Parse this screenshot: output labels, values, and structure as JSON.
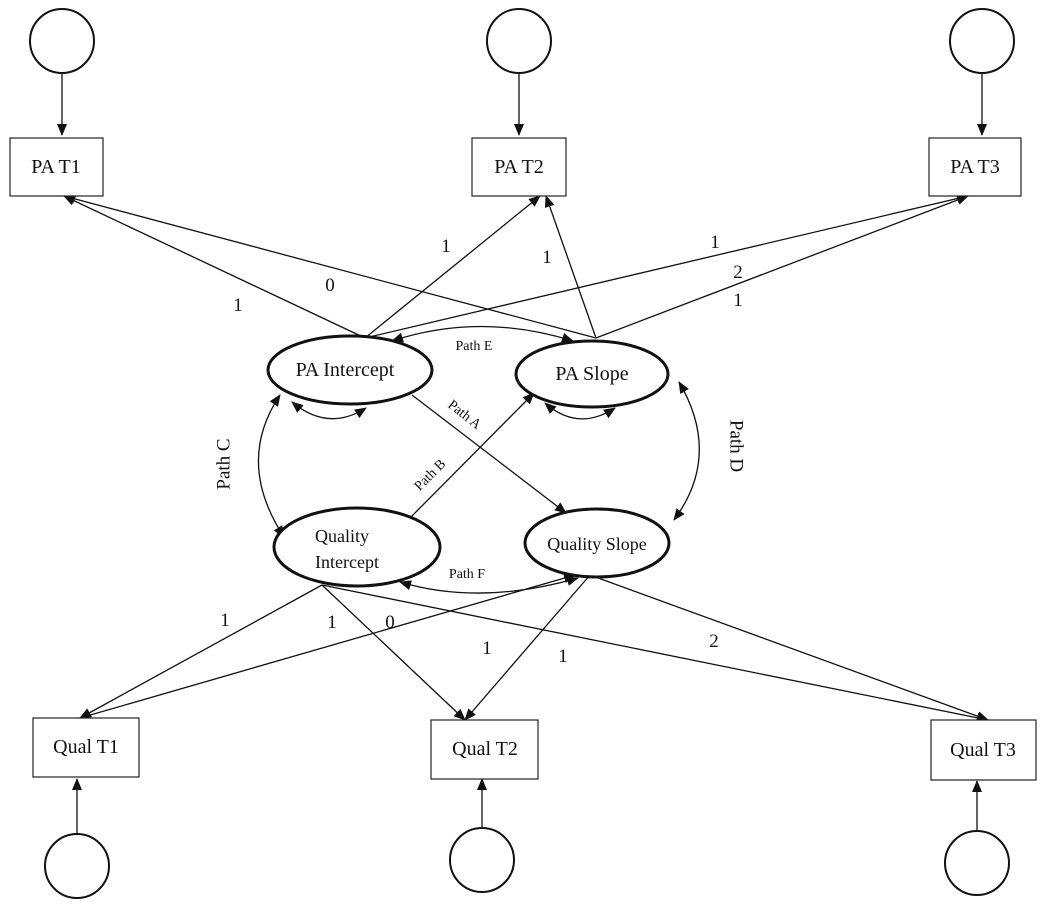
{
  "observed": {
    "pa_t1": "PA T1",
    "pa_t2": "PA T2",
    "pa_t3": "PA T3",
    "qual_t1": "Qual T1",
    "qual_t2": "Qual T2",
    "qual_t3": "Qual T3"
  },
  "latent": {
    "pa_intercept": "PA Intercept",
    "pa_slope": "PA Slope",
    "quality_intercept_line1": "Quality",
    "quality_intercept_line2": "Intercept",
    "quality_slope": "Quality Slope"
  },
  "paths": {
    "a": "Path A",
    "b": "Path B",
    "c": "Path C",
    "d": "Path D",
    "e": "Path E",
    "f": "Path F"
  },
  "loadings": {
    "pa_intercept_t1": "1",
    "pa_intercept_t2": "1",
    "pa_intercept_t3": "1",
    "pa_slope_t1": "0",
    "pa_slope_t2": "1",
    "pa_slope_t3": "2",
    "pa_slope_t3_extra": "1",
    "qual_intercept_t1": "1",
    "qual_intercept_t2": "1",
    "qual_intercept_t3": "0",
    "qual_slope_t1": "1",
    "qual_slope_t2": "1",
    "qual_slope_t3": "2"
  }
}
